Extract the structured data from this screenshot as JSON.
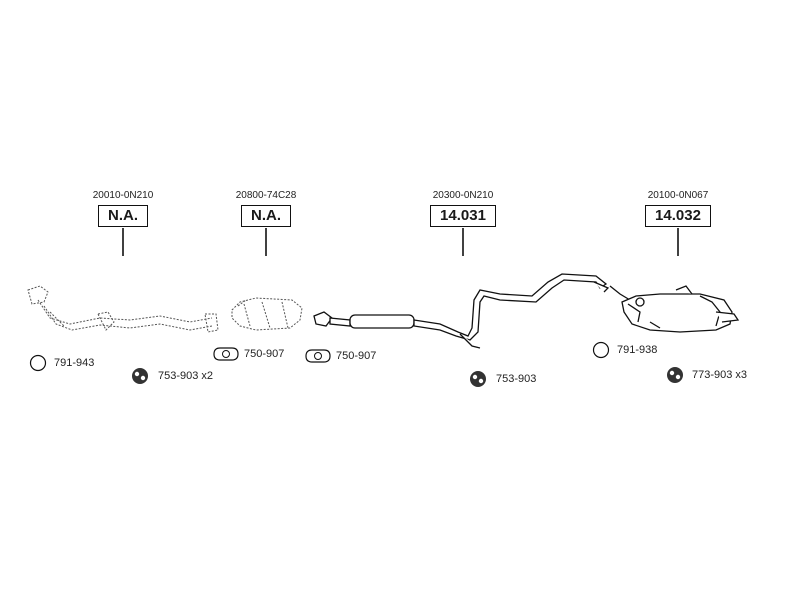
{
  "sections": [
    {
      "oem": "20010-0N210",
      "ref": "N.A."
    },
    {
      "oem": "20800-74C28",
      "ref": "N.A."
    },
    {
      "oem": "20300-0N210",
      "ref": "14.031"
    },
    {
      "oem": "20100-0N067",
      "ref": "14.032"
    }
  ],
  "accessories": [
    {
      "label": "791-943",
      "icon": "o-ring-icon"
    },
    {
      "label": "753-903 x2",
      "icon": "rubber-mount-icon"
    },
    {
      "label": "750-907",
      "icon": "flange-gasket-icon"
    },
    {
      "label": "750-907",
      "icon": "flange-gasket-icon"
    },
    {
      "label": "753-903",
      "icon": "rubber-mount-icon"
    },
    {
      "label": "791-938",
      "icon": "o-ring-icon"
    },
    {
      "label": "773-903 x3",
      "icon": "rubber-mount-icon"
    }
  ],
  "colors": {
    "ink": "#111111",
    "dashed": "#555555",
    "part_fill": "#ffffff"
  }
}
